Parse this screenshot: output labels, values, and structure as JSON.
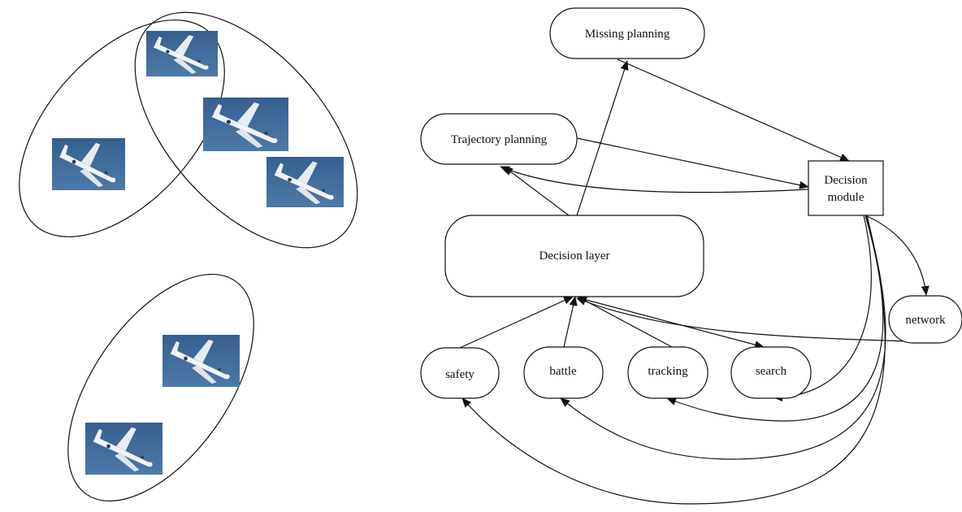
{
  "diagram": {
    "nodes": {
      "missing_planning": "Missing planning",
      "trajectory_planning": "Trajectory planning",
      "decision_module_line1": "Decision",
      "decision_module_line2": "module",
      "decision_layer": "Decision layer",
      "network": "network",
      "safety": "safety",
      "battle": "battle",
      "tracking": "tracking",
      "search": "search"
    },
    "uav_formation": {
      "aircraft_icon": "uav-aircraft-icon",
      "groups": [
        {
          "aircraft_count": 2
        },
        {
          "aircraft_count": 3
        },
        {
          "aircraft_count": 2
        }
      ],
      "colors": {
        "sky": "#3f6a9a",
        "aircraft": "#f2f4f6"
      }
    },
    "colors": {
      "stroke": "#111111",
      "background": "#ffffff"
    }
  }
}
